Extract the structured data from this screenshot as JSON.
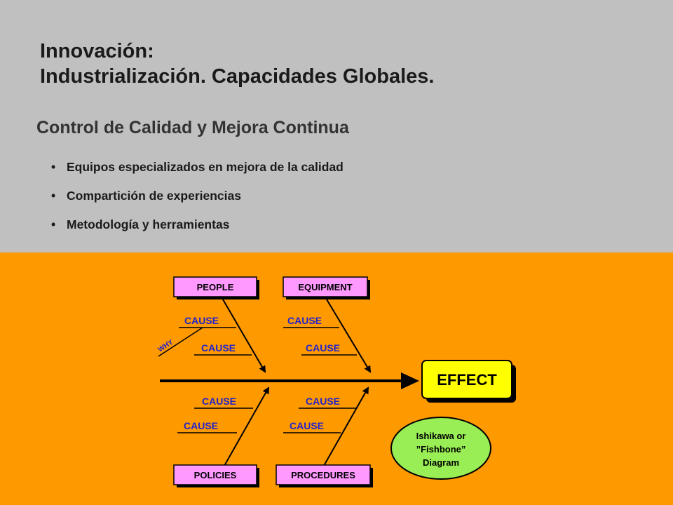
{
  "slide": {
    "title_line1": "Innovación:",
    "title_line2": "Industrialización.  Capacidades Globales.",
    "subtitle": "Control de Calidad y Mejora Continua",
    "bullets": [
      "Equipos especializados en mejora de la calidad",
      "Compartición de experiencias",
      "Metodología y herramientas"
    ]
  },
  "diagram": {
    "categories": {
      "people": "PEOPLE",
      "equipment": "EQUIPMENT",
      "policies": "POLICIES",
      "procedures": "PROCEDURES"
    },
    "cause_label": "CAUSE",
    "why_label": "WHY",
    "effect_label": "EFFECT",
    "note_line1": "Ishikawa or",
    "note_line2": "”Fishbone”",
    "note_line3": "Diagram"
  },
  "colors": {
    "top_background": "#c0c0c0",
    "bottom_background": "#ff9900",
    "category_box": "#ff99ff",
    "effect_box": "#ffff00",
    "note_ellipse": "#99ee55",
    "cause_text": "#2222cc"
  }
}
